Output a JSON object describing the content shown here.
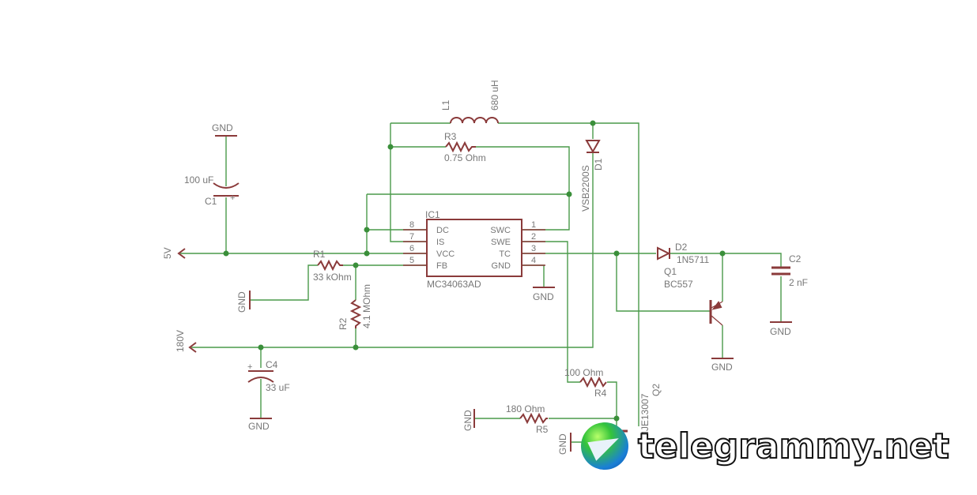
{
  "colors": {
    "wire": "#4a9a4a",
    "symbol": "#8a3a3a",
    "label": "#777777",
    "background": "#ffffff"
  },
  "components": {
    "C1": {
      "name": "C1",
      "value": "100 uF",
      "polarity": "+"
    },
    "C2": {
      "name": "C2",
      "value": "2 nF"
    },
    "C4": {
      "name": "C4",
      "value": "33 uF",
      "polarity": "+"
    },
    "L1": {
      "name": "L1",
      "value": "680 uH"
    },
    "R1": {
      "name": "R1",
      "value": "33 kOhm"
    },
    "R2": {
      "name": "R2",
      "value": "4.1 MOhm"
    },
    "R3": {
      "name": "R3",
      "value": "0.75 Ohm"
    },
    "R4": {
      "name": "R4",
      "value": "100 Ohm"
    },
    "R5": {
      "name": "R5",
      "value": "180 Ohm"
    },
    "D1": {
      "name": "D1",
      "value": "VSB2200S"
    },
    "D2": {
      "name": "D2",
      "value": "1N5711"
    },
    "Q1": {
      "name": "Q1",
      "value": "BC557"
    },
    "Q2": {
      "name": "Q2",
      "value": "MJE13007"
    },
    "IC1": {
      "name": "IC1",
      "value": "MC34063AD",
      "left_pins": [
        {
          "num": "8",
          "label": "DC"
        },
        {
          "num": "7",
          "label": "IS"
        },
        {
          "num": "6",
          "label": "VCC"
        },
        {
          "num": "5",
          "label": "FB"
        }
      ],
      "right_pins": [
        {
          "num": "1",
          "label": "SWC"
        },
        {
          "num": "2",
          "label": "SWE"
        },
        {
          "num": "3",
          "label": "TC"
        },
        {
          "num": "4",
          "label": "GND"
        }
      ]
    }
  },
  "nets": {
    "gnd": "GND",
    "v5": "5V",
    "v180": "180V"
  },
  "watermark": {
    "text": "telegrammy.net",
    "icon": "telegram-globe-icon"
  }
}
